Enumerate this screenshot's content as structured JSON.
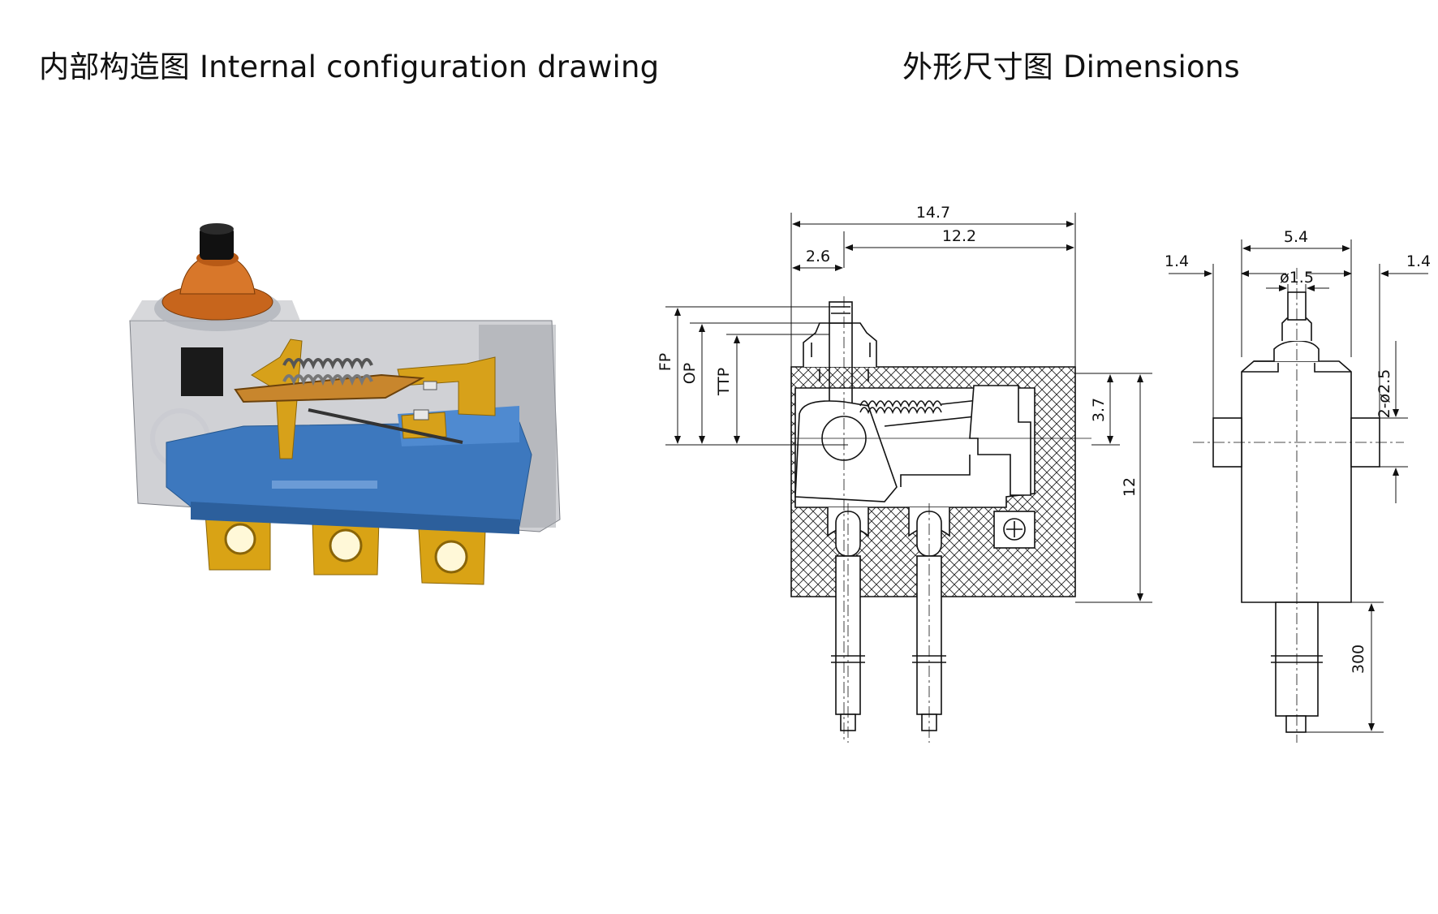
{
  "headings": {
    "left": "内部构造图 Internal configuration drawing",
    "right": "外形尺寸图 Dimensions"
  },
  "dimensions": {
    "overall_width": "14.7",
    "inner_width": "12.2",
    "left_offset": "2.6",
    "side_width": "5.4",
    "plunger_dia": "ø1.5",
    "side_margin_left": "1.4",
    "side_margin_right": "1.4",
    "mount_holes": "2-ø2.5",
    "height": "12",
    "hole_height": "3.7",
    "lead_length": "300",
    "fp": "FP",
    "op": "OP",
    "ttp": "TTP"
  }
}
